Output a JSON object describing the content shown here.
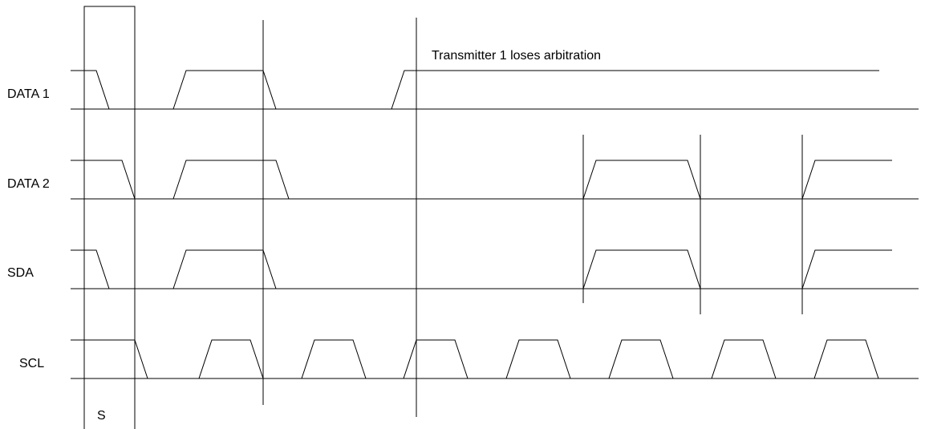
{
  "signals": [
    {
      "id": "data1",
      "label": "DATA 1"
    },
    {
      "id": "data2",
      "label": "DATA 2"
    },
    {
      "id": "sda",
      "label": "SDA"
    },
    {
      "id": "scl",
      "label": "SCL"
    }
  ],
  "annotations": {
    "arbitration_note": "Transmitter 1 loses arbitration",
    "start_marker": "S"
  },
  "colors": {
    "line": "#000000",
    "background": "#ffffff"
  }
}
